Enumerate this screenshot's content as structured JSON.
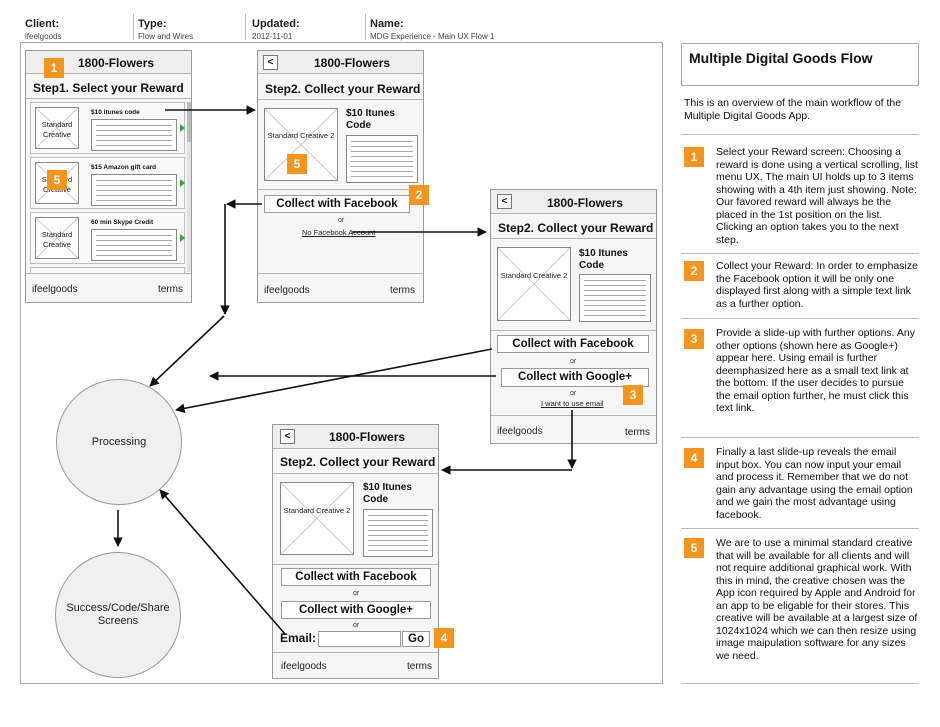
{
  "header": {
    "client_label": "Client:",
    "client_value": "ifeelgoods",
    "type_label": "Type:",
    "type_value": "Flow and Wires",
    "updated_label": "Updated:",
    "updated_value": "2012-11-01",
    "name_label": "Name:",
    "name_value": "MDG Experience - Main UX Flow 1"
  },
  "screen1": {
    "title": "1800-Flowers",
    "step": "Step1. Select your Reward",
    "items": [
      {
        "title": "$10 itunes code",
        "creative": "Standard Creative"
      },
      {
        "title": "$15 Amazon gift card",
        "creative": "Standard Creative"
      },
      {
        "title": "60 min Skype Credit",
        "creative": "Standard Creative"
      }
    ],
    "footer_left": "ifeelgoods",
    "footer_right": "terms"
  },
  "screen2": {
    "back": "<",
    "title": "1800-Flowers",
    "step": "Step2. Collect your Reward",
    "creative": "Standard Creative 2",
    "product": "$10 Itunes Code",
    "facebook_btn": "Collect with Facebook",
    "or": "or",
    "no_fb_link": "No Facebook Account",
    "footer_left": "ifeelgoods",
    "footer_right": "terms"
  },
  "screen3": {
    "back": "<",
    "title": "1800-Flowers",
    "step": "Step2. Collect your Reward",
    "creative": "Standard Creative 2",
    "product": "$10 Itunes Code",
    "facebook_btn": "Collect with Facebook",
    "or1": "or",
    "google_btn": "Collect with Google+",
    "or2": "or",
    "email_link": "I want to use email",
    "footer_left": "ifeelgoods",
    "footer_right": "terms"
  },
  "screen4": {
    "back": "<",
    "title": "1800-Flowers",
    "step": "Step2. Collect your Reward",
    "creative": "Standard Creative 2",
    "product": "$10 Itunes Code",
    "facebook_btn": "Collect with Facebook",
    "or1": "or",
    "google_btn": "Collect with Google+",
    "or2": "or",
    "email_label": "Email:",
    "go_btn": "Go",
    "footer_left": "ifeelgoods",
    "footer_right": "terms"
  },
  "badges": [
    "1",
    "2",
    "3",
    "4",
    "5"
  ],
  "circles": {
    "processing": "Processing",
    "success": "Success/Code/Share Screens"
  },
  "panel": {
    "title": "Multiple Digital Goods Flow",
    "intro": "This is an overview of the main workflow of the Multiple Digital Goods App.",
    "notes": [
      {
        "num": "1",
        "text": "Select your Reward screen: Choosing a reward is done using a vertical scrolling, list menu UX. The main UI holds up to 3 items showing with a 4th item just showing. Note: Our favored reward will always be the placed in the 1st position on the list. Clicking an option takes you to the next step."
      },
      {
        "num": "2",
        "text": "Collect your Reward: In order to emphasize the Facebook option it will be only one displayed first along with a simple text link as a further option."
      },
      {
        "num": "3",
        "text": "Provide a slide-up with further options. Any other options (shown here as Google+) appear here. Using email is further deemphasized here as a small text link at the bottom. If the user decides to pursue the email option further, he must click this text link."
      },
      {
        "num": "4",
        "text": "Finally a last slide-up reveals the email input box. You can now input your email and process it. Remember that we do not gain any advantage using the email option and we gain the most advantage using facebook."
      },
      {
        "num": "5",
        "text": "We are to use a minimal standard creative that will be available for all clients and will not require additional graphical work. With this in mind, the creative chosen was the App icon required by Apple and Android for an app to be eligable for their stores. This creative will be available at a largest size of 1024x1024 which we can then resize using image maipulation software for any sizes we need."
      }
    ]
  },
  "colors": {
    "badge": "#f7941d",
    "accent_arrow": "#3aa33a"
  }
}
